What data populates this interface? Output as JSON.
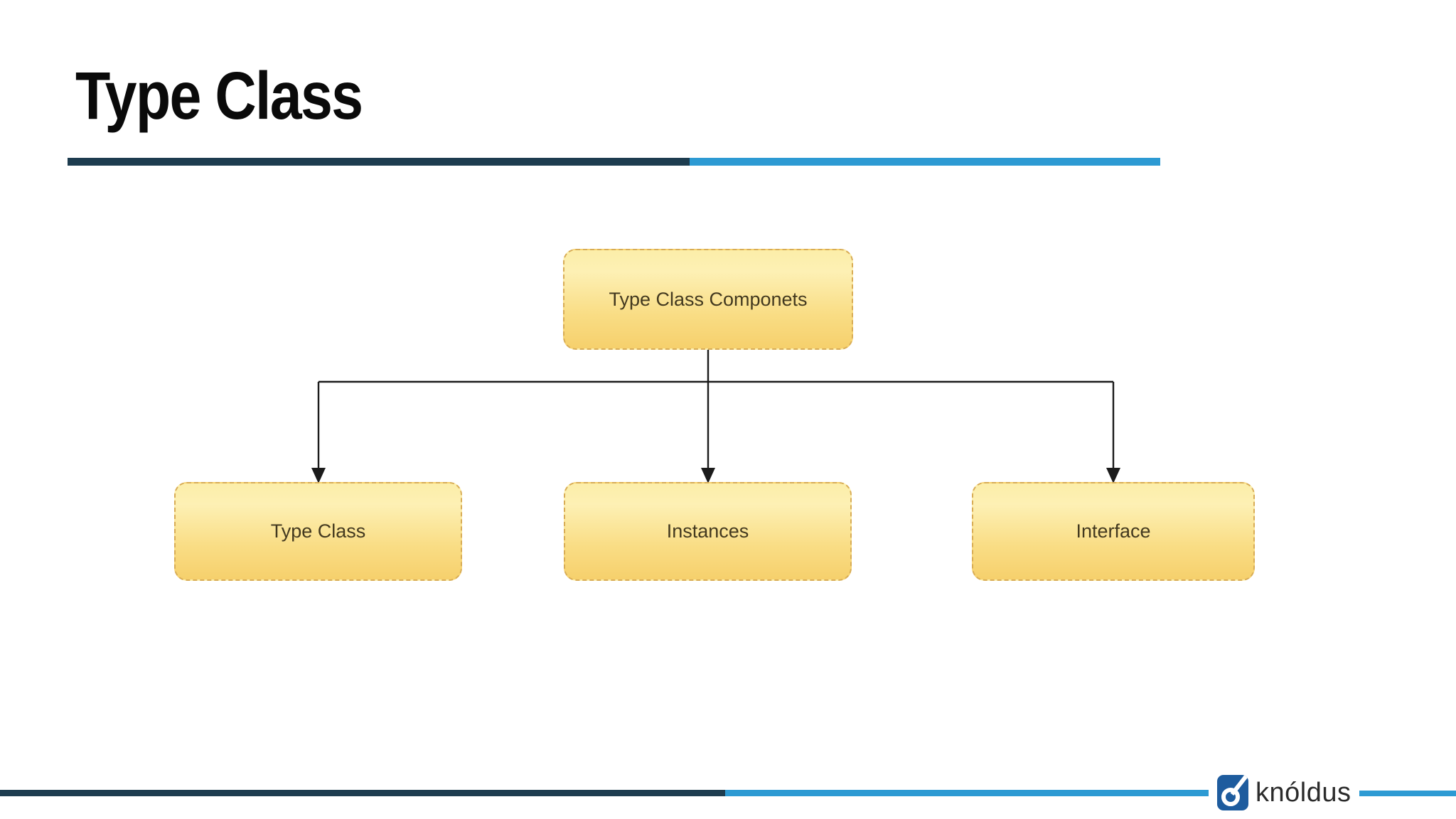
{
  "slide": {
    "title": "Type Class"
  },
  "diagram": {
    "root": {
      "label": "Type Class Componets"
    },
    "children": [
      {
        "label": "Type Class"
      },
      {
        "label": "Instances"
      },
      {
        "label": "Interface"
      }
    ]
  },
  "footer": {
    "brand": "knóldus",
    "logo_icon": "knoldus-o-icon"
  },
  "colors": {
    "rule_dark": "#1d3c4f",
    "rule_blue": "#2d9ad3",
    "node_border": "#d8ac55",
    "node_fill_top": "#fceea9",
    "node_fill_bottom": "#f6d06c",
    "node_text": "#43391f",
    "arrow": "#1b1b1b",
    "logo_blue": "#1e5c9e",
    "brand_text": "#2b2b2b",
    "title_text": "#0a0a0a"
  }
}
